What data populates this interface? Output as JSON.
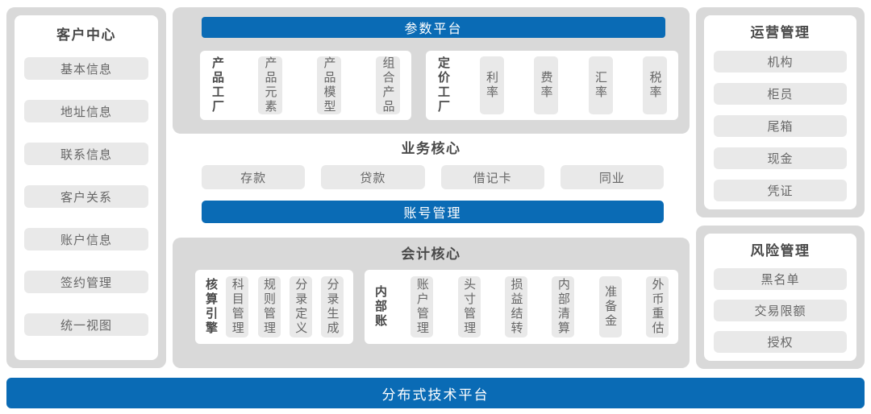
{
  "colors": {
    "accent_blue": "#0a6bb5",
    "panel_gray": "#d9d9d9",
    "chip_gray": "#e9e9e9",
    "title_text": "#4a4a4a",
    "chip_text": "#666666"
  },
  "left_panel": {
    "title": "客户中心",
    "items": [
      "基本信息",
      "地址信息",
      "联系信息",
      "客户关系",
      "账户信息",
      "签约管理",
      "统一视图"
    ]
  },
  "center": {
    "param_platform": {
      "title": "参数平台",
      "groups": [
        {
          "label": "产品工厂",
          "items": [
            "产品元素",
            "产品模型",
            "组合产品"
          ]
        },
        {
          "label": "定价工厂",
          "items": [
            "利率",
            "费率",
            "汇率",
            "税率"
          ]
        }
      ]
    },
    "business_core": {
      "title": "业务核心",
      "items": [
        "存款",
        "贷款",
        "借记卡",
        "同业"
      ]
    },
    "account_management": {
      "title": "账号管理"
    },
    "accounting_core": {
      "title": "会计核心",
      "groups": [
        {
          "label": "核算引擎",
          "items": [
            "科目管理",
            "规则管理",
            "分录定义",
            "分录生成"
          ]
        },
        {
          "label": "内部账",
          "items": [
            "账户管理",
            "头寸管理",
            "损益结转",
            "内部清算",
            "准备金",
            "外币重估"
          ]
        }
      ]
    }
  },
  "right_panels": [
    {
      "title": "运营管理",
      "items": [
        "机构",
        "柜员",
        "尾箱",
        "现金",
        "凭证"
      ]
    },
    {
      "title": "风险管理",
      "items": [
        "黑名单",
        "交易限额",
        "授权"
      ]
    }
  ],
  "footer": {
    "title": "分布式技术平台"
  }
}
